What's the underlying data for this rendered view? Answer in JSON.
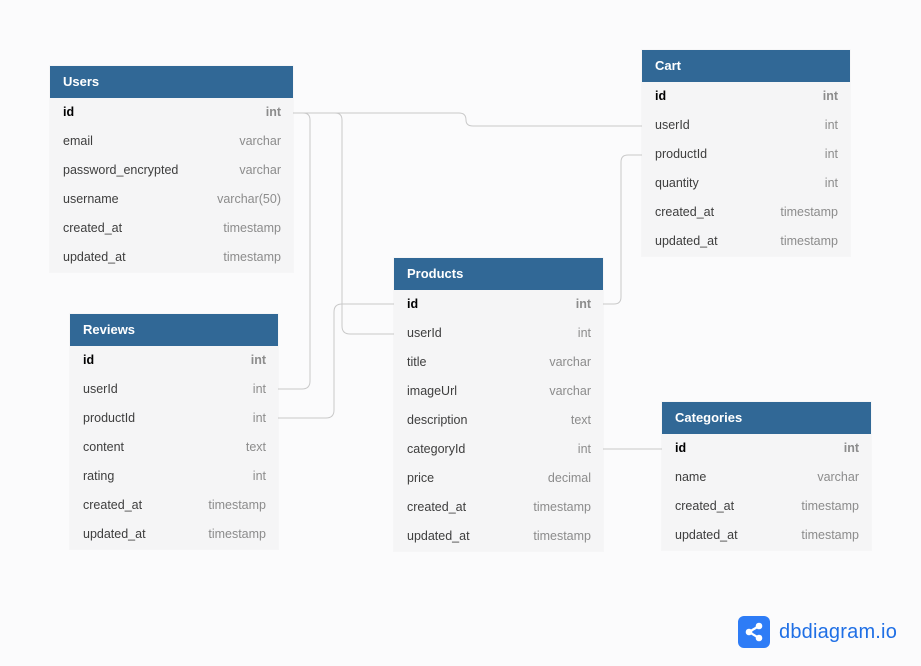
{
  "tables": {
    "users": {
      "name": "Users",
      "fields": [
        {
          "name": "id",
          "type": "int",
          "pk": true
        },
        {
          "name": "email",
          "type": "varchar"
        },
        {
          "name": "password_encrypted",
          "type": "varchar"
        },
        {
          "name": "username",
          "type": "varchar(50)"
        },
        {
          "name": "created_at",
          "type": "timestamp"
        },
        {
          "name": "updated_at",
          "type": "timestamp"
        }
      ]
    },
    "cart": {
      "name": "Cart",
      "fields": [
        {
          "name": "id",
          "type": "int",
          "pk": true
        },
        {
          "name": "userId",
          "type": "int"
        },
        {
          "name": "productId",
          "type": "int"
        },
        {
          "name": "quantity",
          "type": "int"
        },
        {
          "name": "created_at",
          "type": "timestamp"
        },
        {
          "name": "updated_at",
          "type": "timestamp"
        }
      ]
    },
    "products": {
      "name": "Products",
      "fields": [
        {
          "name": "id",
          "type": "int",
          "pk": true
        },
        {
          "name": "userId",
          "type": "int"
        },
        {
          "name": "title",
          "type": "varchar"
        },
        {
          "name": "imageUrl",
          "type": "varchar"
        },
        {
          "name": "description",
          "type": "text"
        },
        {
          "name": "categoryId",
          "type": "int"
        },
        {
          "name": "price",
          "type": "decimal"
        },
        {
          "name": "created_at",
          "type": "timestamp"
        },
        {
          "name": "updated_at",
          "type": "timestamp"
        }
      ]
    },
    "reviews": {
      "name": "Reviews",
      "fields": [
        {
          "name": "id",
          "type": "int",
          "pk": true
        },
        {
          "name": "userId",
          "type": "int"
        },
        {
          "name": "productId",
          "type": "int"
        },
        {
          "name": "content",
          "type": "text"
        },
        {
          "name": "rating",
          "type": "int"
        },
        {
          "name": "created_at",
          "type": "timestamp"
        },
        {
          "name": "updated_at",
          "type": "timestamp"
        }
      ]
    },
    "categories": {
      "name": "Categories",
      "fields": [
        {
          "name": "id",
          "type": "int",
          "pk": true
        },
        {
          "name": "name",
          "type": "varchar"
        },
        {
          "name": "created_at",
          "type": "timestamp"
        },
        {
          "name": "updated_at",
          "type": "timestamp"
        }
      ]
    }
  },
  "brand": {
    "text": "dbdiagram.io",
    "icon": "share-nodes-icon"
  },
  "colors": {
    "header": "#316896",
    "body": "#f5f5f6",
    "connector": "#c8c8c8",
    "brand": "#2e7cf6"
  }
}
